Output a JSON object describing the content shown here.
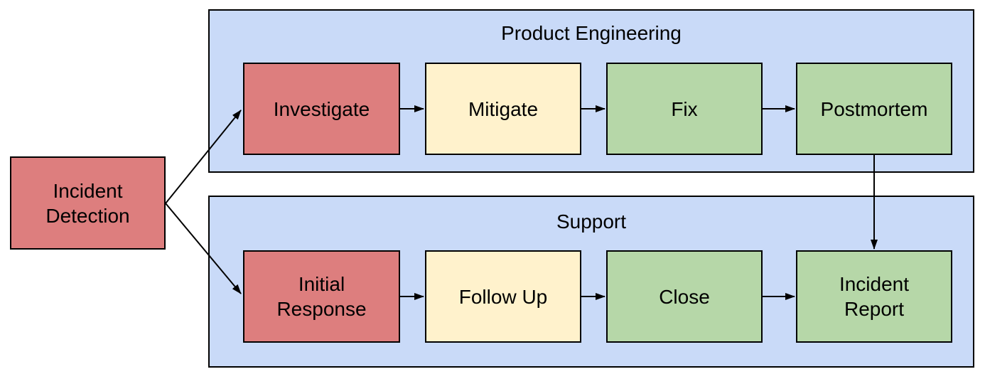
{
  "colors": {
    "canvas_background": "#ffffff",
    "lane_fill": "#c9daf8",
    "stage_red": "#dd7e7e",
    "stage_yellow": "#fff2cc",
    "stage_green": "#b6d7a8",
    "border": "#000000",
    "arrow": "#000000",
    "text": "#000000"
  },
  "start_node": {
    "label": "Incident Detection",
    "color": "#dd7e7e"
  },
  "lanes": [
    {
      "title": "Product Engineering",
      "nodes": [
        {
          "label": "Investigate",
          "color": "#dd7e7e"
        },
        {
          "label": "Mitigate",
          "color": "#fff2cc"
        },
        {
          "label": "Fix",
          "color": "#b6d7a8"
        },
        {
          "label": "Postmortem",
          "color": "#b6d7a8"
        }
      ]
    },
    {
      "title": "Support",
      "nodes": [
        {
          "label": "Initial Response",
          "color": "#dd7e7e"
        },
        {
          "label": "Follow Up",
          "color": "#fff2cc"
        },
        {
          "label": "Close",
          "color": "#b6d7a8"
        },
        {
          "label": "Incident Report",
          "color": "#b6d7a8"
        }
      ]
    }
  ],
  "edges": [
    {
      "from": "Incident Detection",
      "to": "Investigate"
    },
    {
      "from": "Incident Detection",
      "to": "Initial Response"
    },
    {
      "from": "Investigate",
      "to": "Mitigate"
    },
    {
      "from": "Mitigate",
      "to": "Fix"
    },
    {
      "from": "Fix",
      "to": "Postmortem"
    },
    {
      "from": "Postmortem",
      "to": "Incident Report"
    },
    {
      "from": "Initial Response",
      "to": "Follow Up"
    },
    {
      "from": "Follow Up",
      "to": "Close"
    },
    {
      "from": "Close",
      "to": "Incident Report"
    }
  ]
}
